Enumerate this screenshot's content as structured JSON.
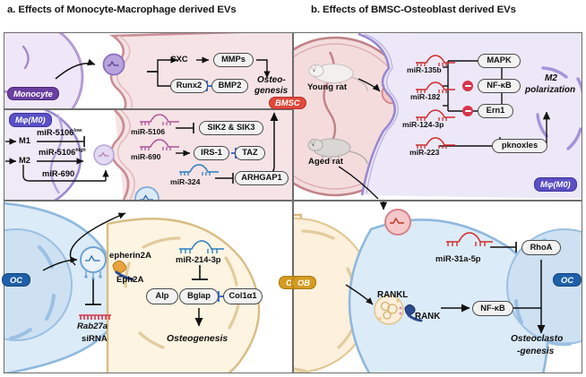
{
  "figure": {
    "panel_a_title": "a. Effects of Monocyte-Macrophage derived EVs",
    "panel_b_title": "b. Effects of BMSC-Osteoblast derived EVs"
  },
  "colors": {
    "monocyte_purple": "#6b3fa0",
    "macrophage_indigo": "#5b4fc4",
    "bmsc_red": "#e0483c",
    "osteoclast_blue": "#1f5fa9",
    "osteoblast_gold": "#d39b20",
    "inhibition_red": "#d8344a",
    "box_fill": "#f2f2f2",
    "box_stroke": "#4a4a4a"
  },
  "panel_a_top": {
    "cells": [
      {
        "name": "monocyte-cell",
        "label": "Monocyte"
      },
      {
        "name": "bmsc-cell",
        "label": "BMSC"
      }
    ],
    "nodes": {
      "cxc": "CXC",
      "mmps": "MMPs",
      "runx2": "Runx2",
      "bmp2": "BMP2",
      "outcome": "Osteo-\ngenesis",
      "outcome_line1": "Osteo-",
      "outcome_line2": "genesis"
    }
  },
  "panel_a_bottom": {
    "cell_label": "Mφ(M0)",
    "polarization": [
      {
        "state": "M1",
        "mir": "miR-5106",
        "sup": "low",
        "relation": "inhibit"
      },
      {
        "state": "M2",
        "mir": "miR-5106",
        "sup": "high",
        "relation": "activate"
      },
      {
        "state": "",
        "mir": "miR-690",
        "sup": "",
        "relation": "activate"
      }
    ],
    "pathways": [
      {
        "mir": "miR-5106",
        "relation": "inhibit",
        "target": "SIK2 & SIK3"
      },
      {
        "mir": "miR-690",
        "relation": "activate",
        "target": "IRS-1",
        "target2": "TAZ"
      },
      {
        "mir": "miR-324",
        "relation": "inhibit",
        "target": "ARHGAP1"
      }
    ]
  },
  "panel_b_top": {
    "animals": [
      {
        "name": "young-rat",
        "label": "Young rat"
      },
      {
        "name": "aged-rat",
        "label": "Aged rat"
      }
    ],
    "cell_label": "Mφ(M0)",
    "mirnas": [
      "miR-135b",
      "miR-182",
      "miR-124-3p",
      "miR-223"
    ],
    "targets": [
      {
        "label": "MAPK",
        "inhibited": false
      },
      {
        "label": "NF-κB",
        "inhibited": true
      },
      {
        "label": "Ern1",
        "inhibited": true
      },
      {
        "label": "pknoxles",
        "inhibited": false
      }
    ],
    "outcome_line1": "M2",
    "outcome_line2": "polarization"
  },
  "panel_c": {
    "cells": [
      {
        "name": "osteoclast-cell",
        "label": "OC"
      },
      {
        "name": "osteoblast-cell",
        "label": "OB"
      }
    ],
    "receptor_pair": {
      "ligand": "epherin2A",
      "receptor": "Eph2A"
    },
    "inhibitor": {
      "line1": "Rab27a",
      "line2": "siRNA"
    },
    "mir": "miR-214-3p",
    "gene_boxes": [
      "Alp",
      "Bglap",
      "Col1α1"
    ],
    "outcome": "Osteogenesis"
  },
  "panel_d": {
    "cells": [
      {
        "name": "osteoblast-cell",
        "label": "OB"
      },
      {
        "name": "osteoclast-cell",
        "label": "OC"
      }
    ],
    "mir": "miR-31a-5p",
    "mir_target": "RhoA",
    "ligand": "RANKL",
    "receptor": "RANK",
    "signal": "NF-κB",
    "outcome_line1": "Osteoclasto",
    "outcome_line2": "-genesis"
  }
}
